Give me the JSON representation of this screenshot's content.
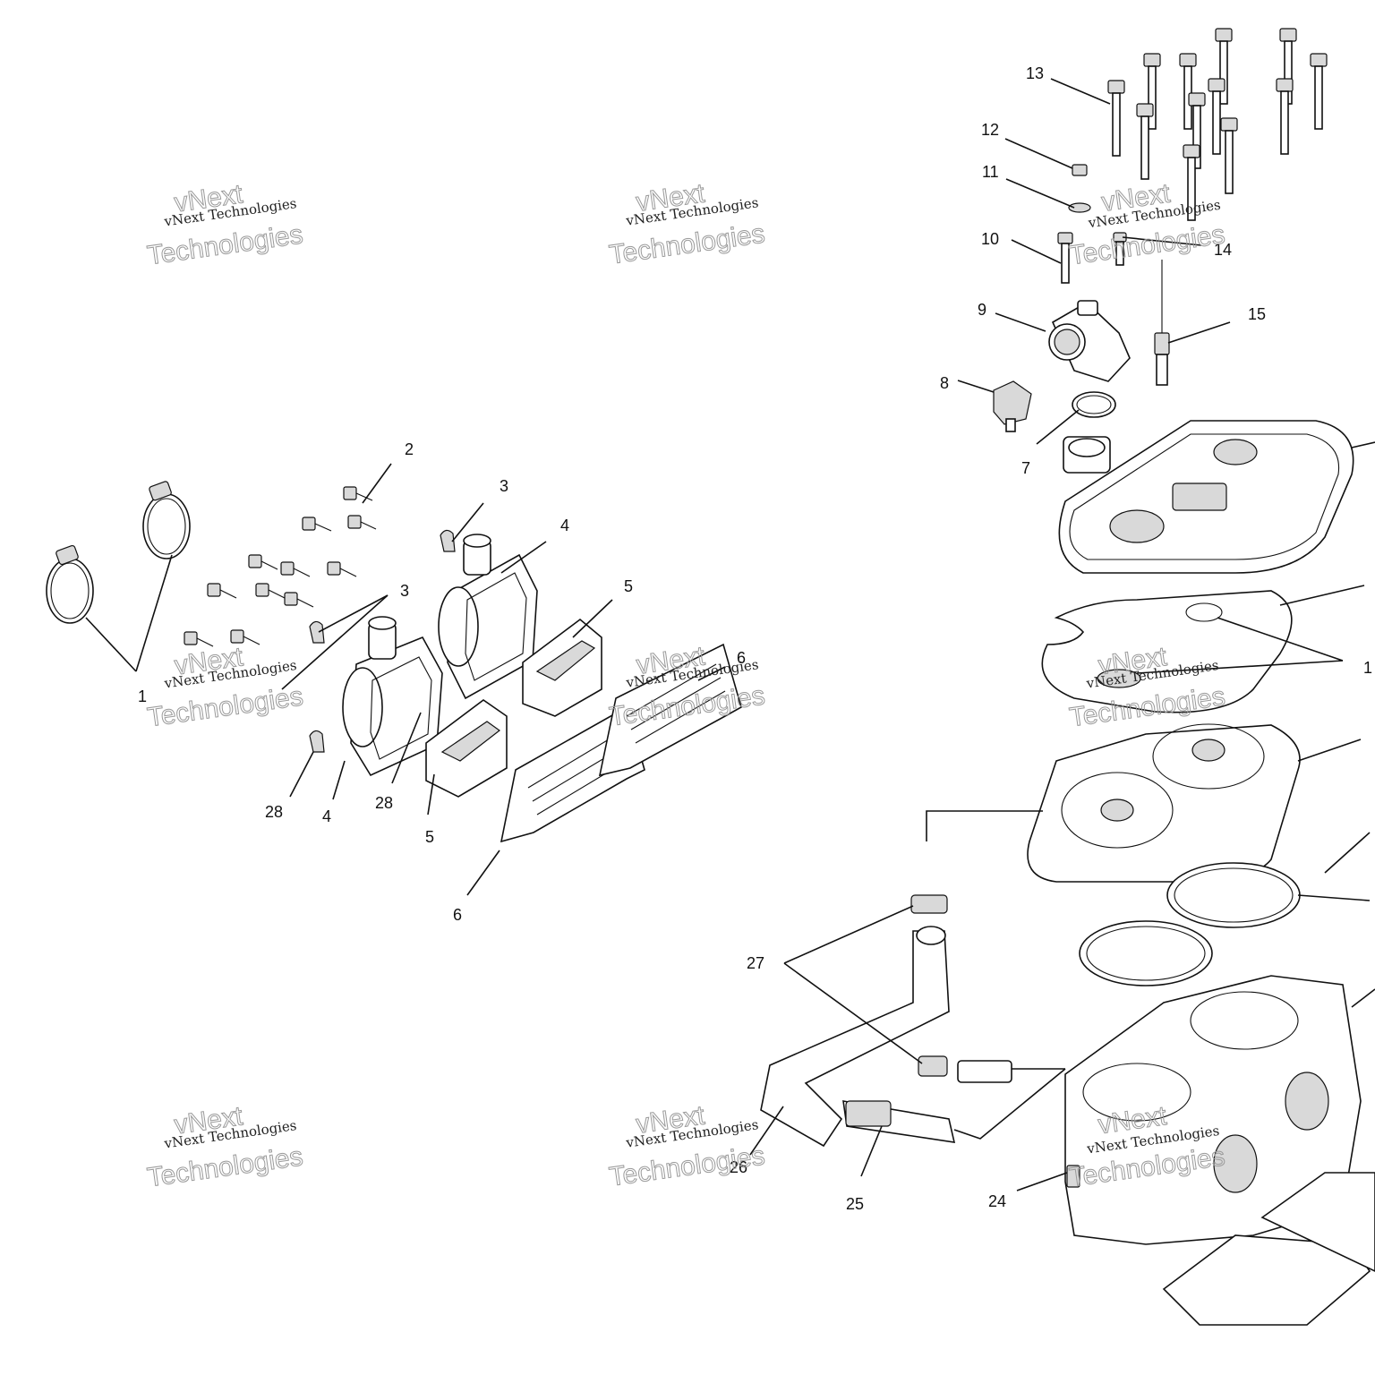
{
  "callouts": {
    "c1": "1",
    "c2": "2",
    "c3a": "3",
    "c3b": "3",
    "c4a": "4",
    "c4b": "4",
    "c5a": "5",
    "c5b": "5",
    "c6a": "6",
    "c6b": "6",
    "c7": "7",
    "c8": "8",
    "c9": "9",
    "c10": "10",
    "c11": "11",
    "c12": "12",
    "c13": "13",
    "c14": "14",
    "c15": "15",
    "c17": "1",
    "c24": "24",
    "c25": "25",
    "c26": "26",
    "c27": "27",
    "c28a": "28",
    "c28b": "28"
  },
  "watermark": {
    "brand": "vNext",
    "company": "Technologies",
    "full": "vNext Technologies"
  },
  "colors": {
    "ink": "#111111",
    "shade": "#d9d9d9",
    "watermark": "#9a9a9a"
  }
}
